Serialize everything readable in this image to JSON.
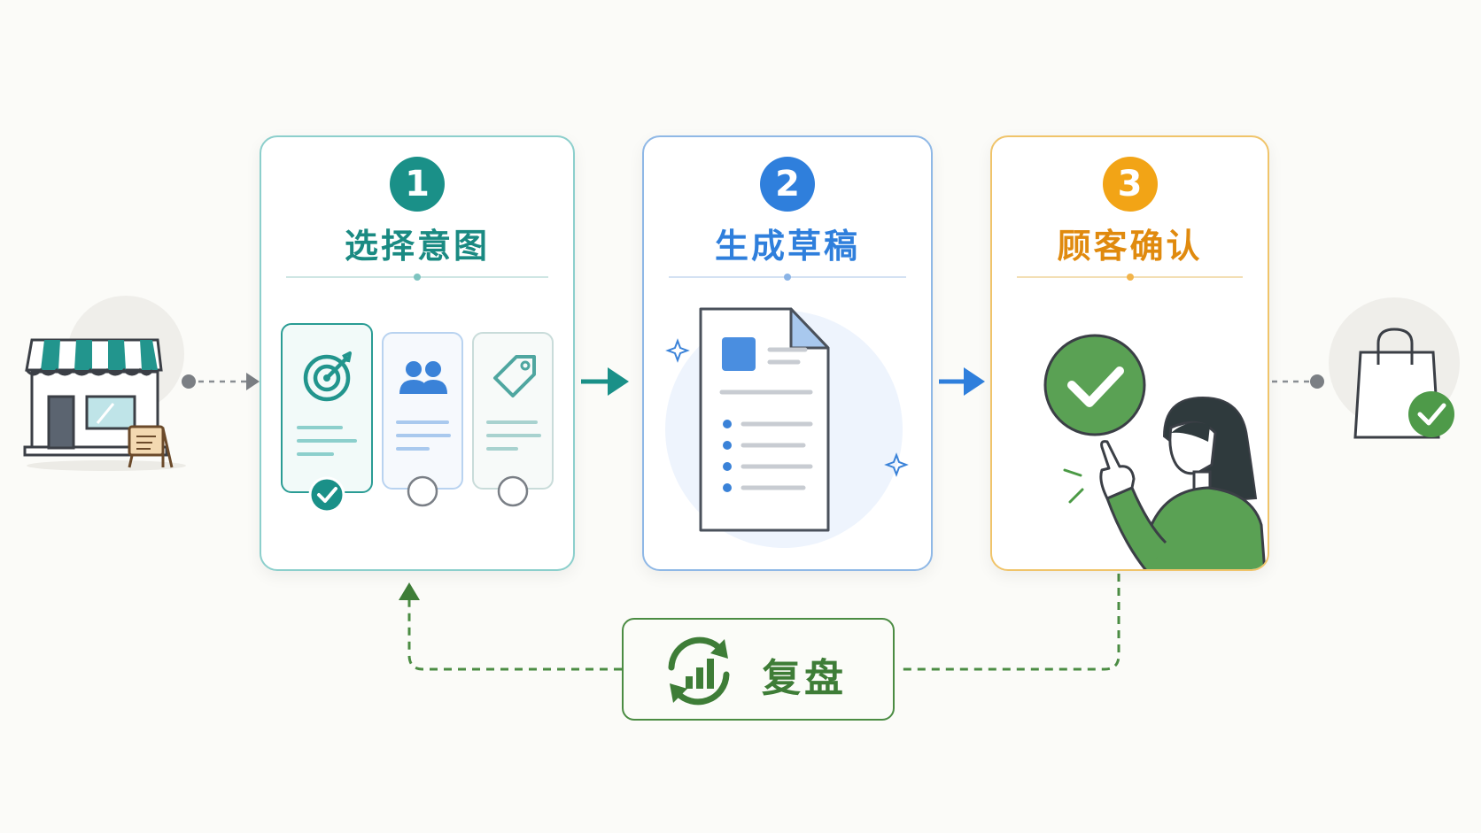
{
  "steps": [
    {
      "number": "1",
      "title": "选择意图",
      "color": "#1a9088"
    },
    {
      "number": "2",
      "title": "生成草稿",
      "color": "#2f7fdc"
    },
    {
      "number": "3",
      "title": "顾客确认",
      "color": "#f2a416"
    }
  ],
  "feedback": {
    "label": "复盘",
    "color": "#4b8c43"
  },
  "icons": {
    "start": "storefront-icon",
    "end": "shopping-bag-check-icon",
    "intent_options": [
      "target-icon",
      "users-icon",
      "tag-icon"
    ],
    "draft": "document-icon",
    "confirm": "check-circle-icon",
    "person": "person-pointing-icon",
    "feedback": "refresh-chart-icon"
  },
  "selected_intent": 0
}
